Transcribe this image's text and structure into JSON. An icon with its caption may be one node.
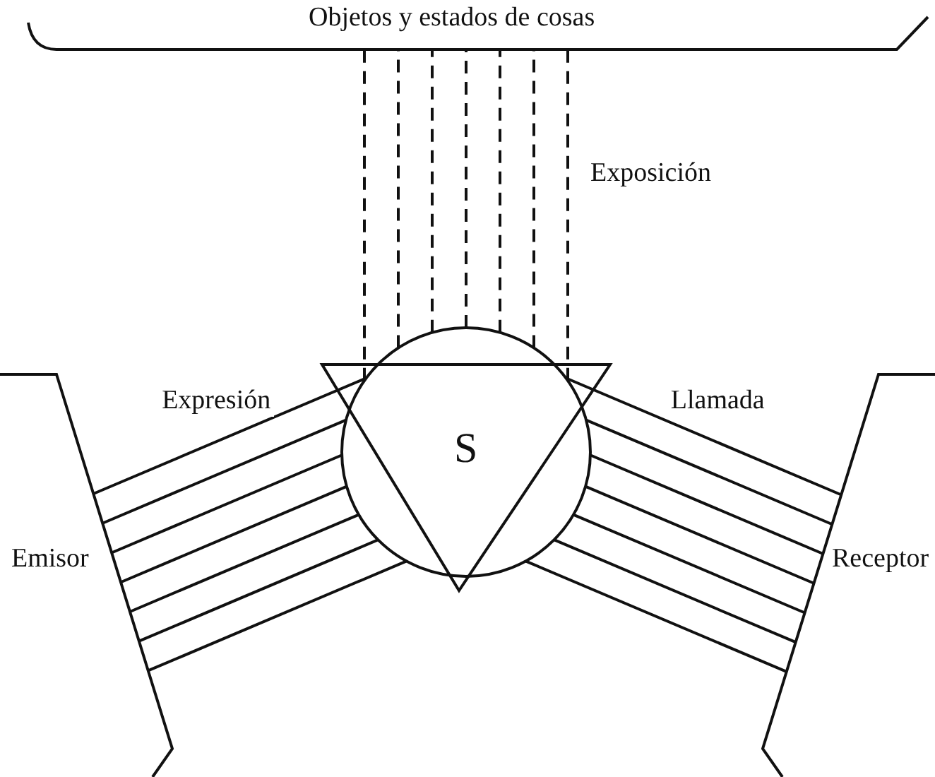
{
  "diagram": {
    "nodes": [
      {
        "text": [
          "Objetos y estados de cosas"
        ]
      },
      {
        "text": [
          "S"
        ]
      },
      {
        "text": [
          "Emisor"
        ]
      },
      {
        "text": [
          "Receptor"
        ]
      }
    ],
    "edges": [
      {
        "from": 1,
        "to": 0,
        "arrow": "none",
        "style": "dashed"
      },
      {
        "from": 1,
        "to": 0,
        "arrow": "none",
        "style": "dashed"
      },
      {
        "from": 1,
        "to": 0,
        "arrow": "none",
        "style": "dashed"
      },
      {
        "from": 1,
        "to": 0,
        "arrow": "none",
        "style": "dashed"
      },
      {
        "from": 1,
        "to": 0,
        "arrow": "none",
        "style": "dashed"
      },
      {
        "from": 1,
        "to": 0,
        "arrow": "none",
        "style": "dashed"
      },
      {
        "from": 1,
        "to": 0,
        "arrow": "none",
        "style": "dashed",
        "label": "Exposición"
      },
      {
        "from": 1,
        "to": 2,
        "arrow": "none",
        "label": "Expresión"
      },
      {
        "from": 1,
        "to": 2,
        "arrow": "none"
      },
      {
        "from": 1,
        "to": 2,
        "arrow": "none"
      },
      {
        "from": 1,
        "to": 2,
        "arrow": "none"
      },
      {
        "from": 1,
        "to": 2,
        "arrow": "none"
      },
      {
        "from": 1,
        "to": 2,
        "arrow": "none"
      },
      {
        "from": 1,
        "to": 2,
        "arrow": "none"
      },
      {
        "from": 1,
        "to": 3,
        "arrow": "none",
        "label": "Llamada"
      },
      {
        "from": 1,
        "to": 3,
        "arrow": "none"
      },
      {
        "from": 1,
        "to": 3,
        "arrow": "none"
      },
      {
        "from": 1,
        "to": 3,
        "arrow": "none"
      },
      {
        "from": 1,
        "to": 3,
        "arrow": "none"
      },
      {
        "from": 1,
        "to": 3,
        "arrow": "none"
      },
      {
        "from": 1,
        "to": 3,
        "arrow": "none"
      }
    ]
  }
}
